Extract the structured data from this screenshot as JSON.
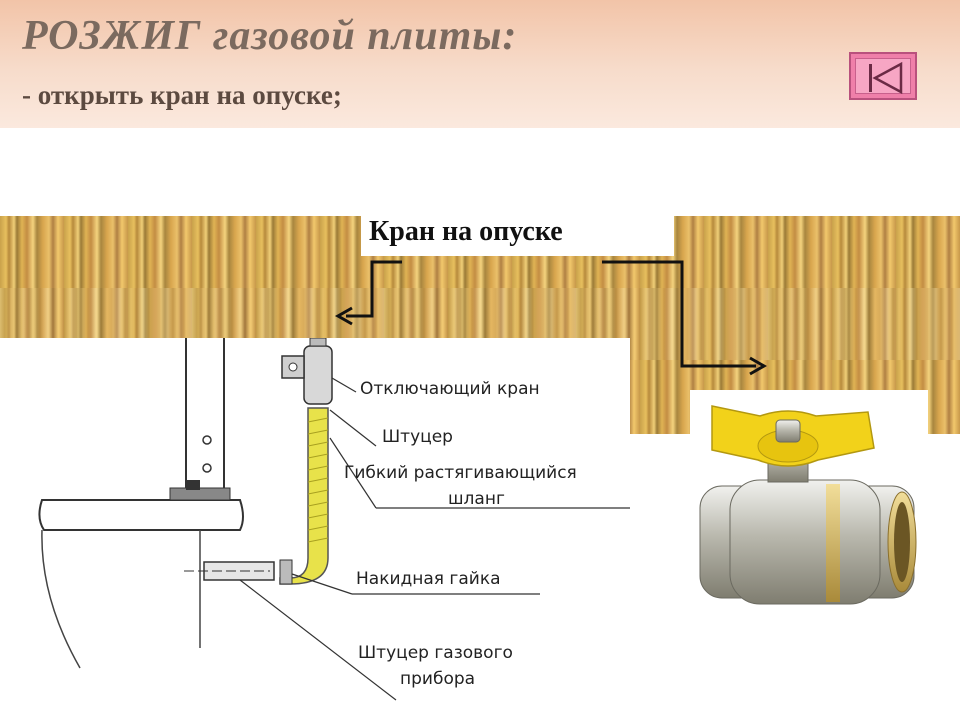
{
  "header": {
    "title": "РОЗЖИГ газовой плиты:",
    "subtitle": "- открыть кран на опуске;"
  },
  "nav": {
    "back_icon": "skip-to-start-icon"
  },
  "main": {
    "valve_label": "Кран на опуске"
  },
  "diagram": {
    "callouts": [
      "Отключающий кран",
      "Штуцер",
      "Гибкий растягивающийся",
      "шланг",
      "Накидная гайка",
      "Штуцер газового",
      "прибора"
    ]
  },
  "colors": {
    "header_bg": "#f5d3bd",
    "title_color": "#7b6a5f",
    "button_pink": "#ef7fa9",
    "hose_yellow": "#e8e24a",
    "handle_yellow": "#f2d21a"
  }
}
